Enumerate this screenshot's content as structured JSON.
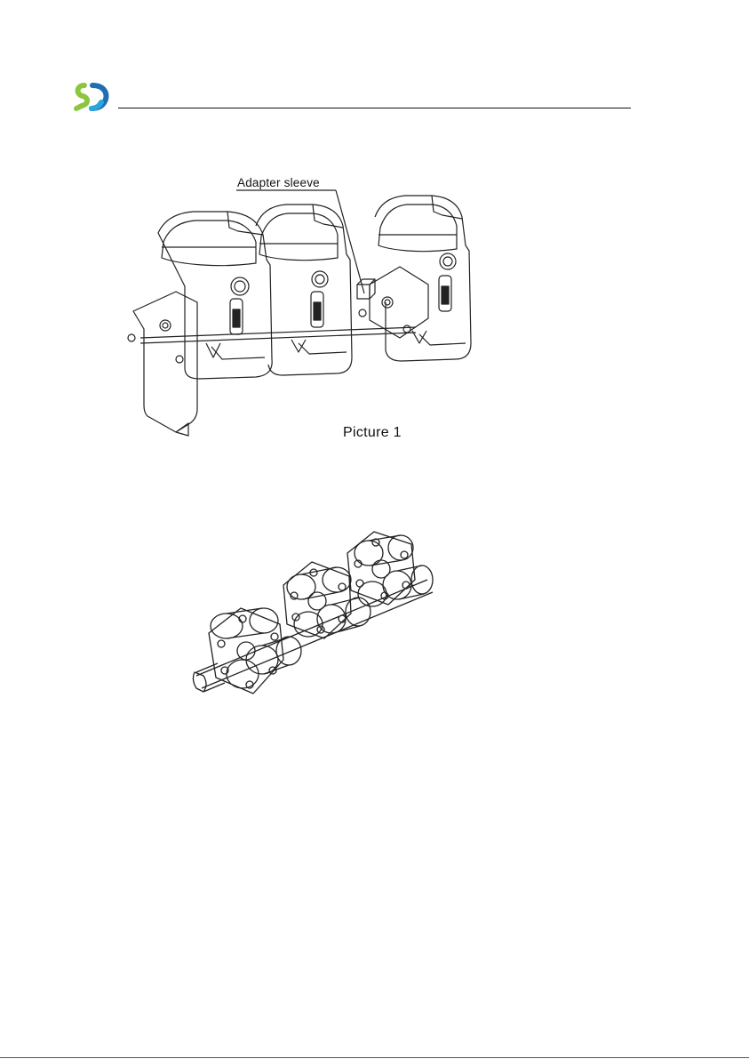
{
  "header": {
    "logo_icon": "company-logo-icon",
    "logo_colors": {
      "green": "#8cc63f",
      "blue": "#1f6db3",
      "cyan": "#2aa6dc"
    }
  },
  "figure1": {
    "callout_label": "Adapter sleeve",
    "caption": "Picture  1"
  },
  "figure2": {
    "description_icon": "roller-shaft-assembly-drawing"
  }
}
